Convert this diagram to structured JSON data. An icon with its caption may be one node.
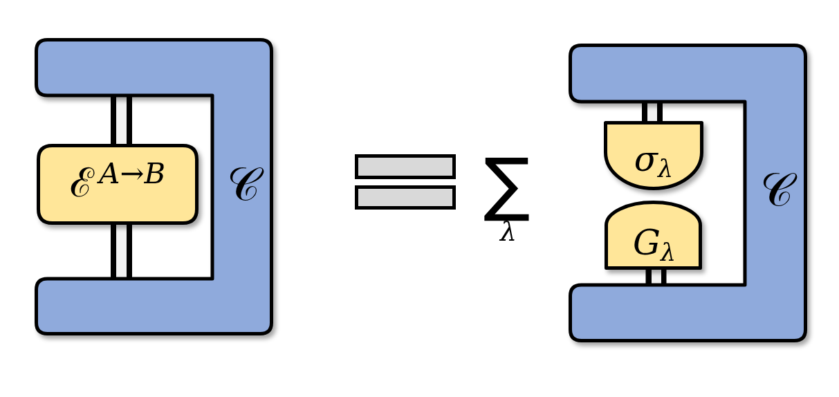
{
  "diagram": {
    "nodes": [
      {
        "text": [
          "𝒞"
        ]
      },
      {
        "text": [
          "ℰ$^{A→B}$"
        ]
      },
      {
        "text": [
          "𝒞"
        ]
      },
      {
        "text": [
          "σ$_{λ}$"
        ]
      },
      {
        "text": [
          "G$_{λ}$"
        ]
      }
    ],
    "edges": [
      {
        "from": 1,
        "to": 0,
        "arrow": "none"
      },
      {
        "from": 0,
        "to": 1,
        "arrow": "none"
      },
      {
        "from": 3,
        "to": 2,
        "arrow": "none"
      },
      {
        "from": 2,
        "to": 4,
        "arrow": "none"
      }
    ],
    "labels": [
      "∑",
      "λ"
    ]
  }
}
